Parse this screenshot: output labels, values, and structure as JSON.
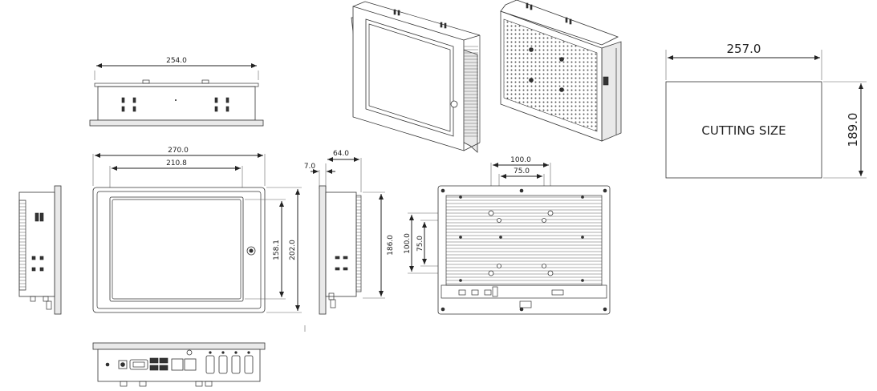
{
  "dimensions": {
    "top_width": "254.0",
    "overall_width": "270.0",
    "screen_width": "210.8",
    "screen_height": "158.1",
    "overall_height": "202.0",
    "bezel_depth": "7.0",
    "total_depth": "64.0",
    "side_height": "186.0",
    "vesa_outer": "100.0",
    "vesa_inner": "75.0",
    "vesa_outer_v": "100.0",
    "vesa_inner_v": "75.0"
  },
  "cutout": {
    "width": "257.0",
    "height": "189.0",
    "label": "CUTTING SIZE"
  }
}
